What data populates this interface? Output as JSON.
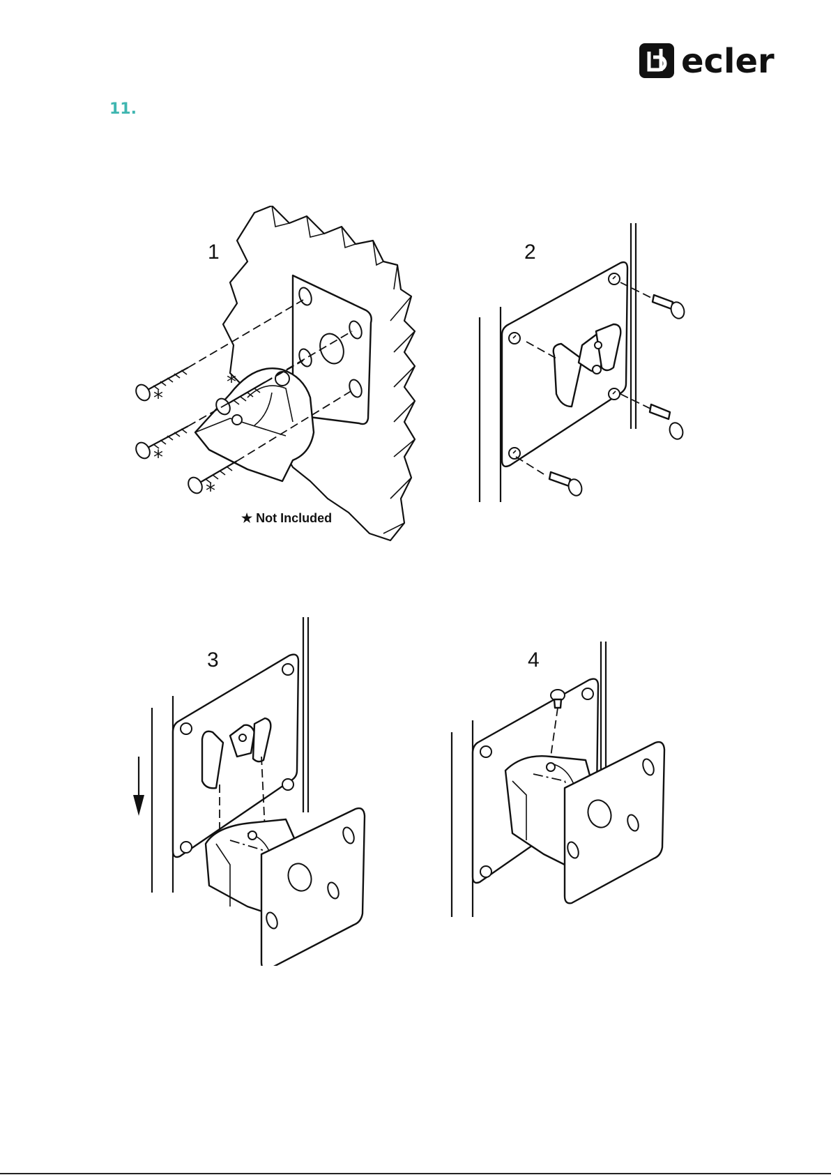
{
  "brand": {
    "logo_text": "ecler"
  },
  "section": {
    "number": "11."
  },
  "figures": [
    {
      "label": "1"
    },
    {
      "label": "2"
    },
    {
      "label": "3"
    },
    {
      "label": "4"
    }
  ],
  "note": {
    "text": "★ Not Included",
    "star_marker": "*"
  },
  "colors": {
    "accent": "#3fb6b0",
    "ink": "#111111"
  }
}
